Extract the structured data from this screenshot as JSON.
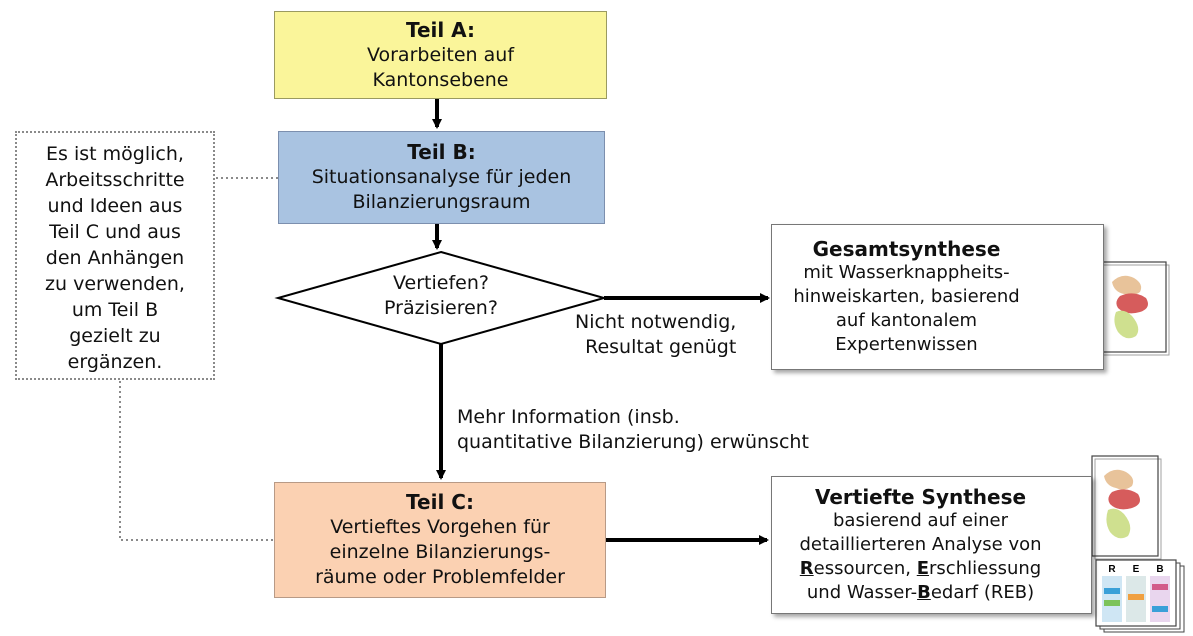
{
  "teil_a": {
    "title": "Teil A:",
    "lines": [
      "Vorarbeiten auf",
      "Kantonsebene"
    ]
  },
  "teil_b": {
    "title": "Teil B:",
    "lines": [
      "Situationsanalyse für jeden",
      "Bilanzierungsraum"
    ]
  },
  "decision": {
    "lines": [
      "Vertiefen?",
      "Präzisieren?"
    ]
  },
  "teil_c": {
    "title": "Teil C:",
    "lines": [
      "Vertieftes Vorgehen für",
      "einzelne Bilanzierungs-",
      "räume oder Problemfelder"
    ]
  },
  "note": {
    "lines": [
      "Es ist möglich,",
      "Arbeitsschritte",
      "und Ideen aus",
      "Teil C und aus",
      "den Anhängen",
      "zu verwenden,",
      "um Teil B",
      "gezielt zu",
      "ergänzen."
    ]
  },
  "edge_not_needed": {
    "lines": [
      "Nicht notwendig,",
      "Resultat genügt"
    ]
  },
  "edge_more_info": {
    "lines": [
      "Mehr Information (insb.",
      "quantitative Bilanzierung) erwünscht"
    ]
  },
  "synthesis_total": {
    "title": "Gesamtsynthese",
    "lines": [
      "mit Wasserknappheits-",
      "hinweiskarten, basierend",
      "auf kantonalem",
      "Expertenwissen"
    ]
  },
  "synthesis_deep": {
    "title": "Vertiefte Synthese",
    "lines": [
      "basierend auf einer",
      "detaillierteren Analyse von"
    ],
    "reb": {
      "r_letter": "R",
      "r_rest": "essourcen, ",
      "e_letter": "E",
      "e_rest": "rschliessung",
      "b_pre": "und Wasser-",
      "b_letter": "B",
      "b_rest": "edarf (REB)"
    }
  },
  "reb_table": {
    "headers": [
      "R",
      "E",
      "B"
    ]
  },
  "colors": {
    "teil_a": "#faf59a",
    "teil_b": "#a9c3e1",
    "teil_c": "#fbd1b2"
  }
}
